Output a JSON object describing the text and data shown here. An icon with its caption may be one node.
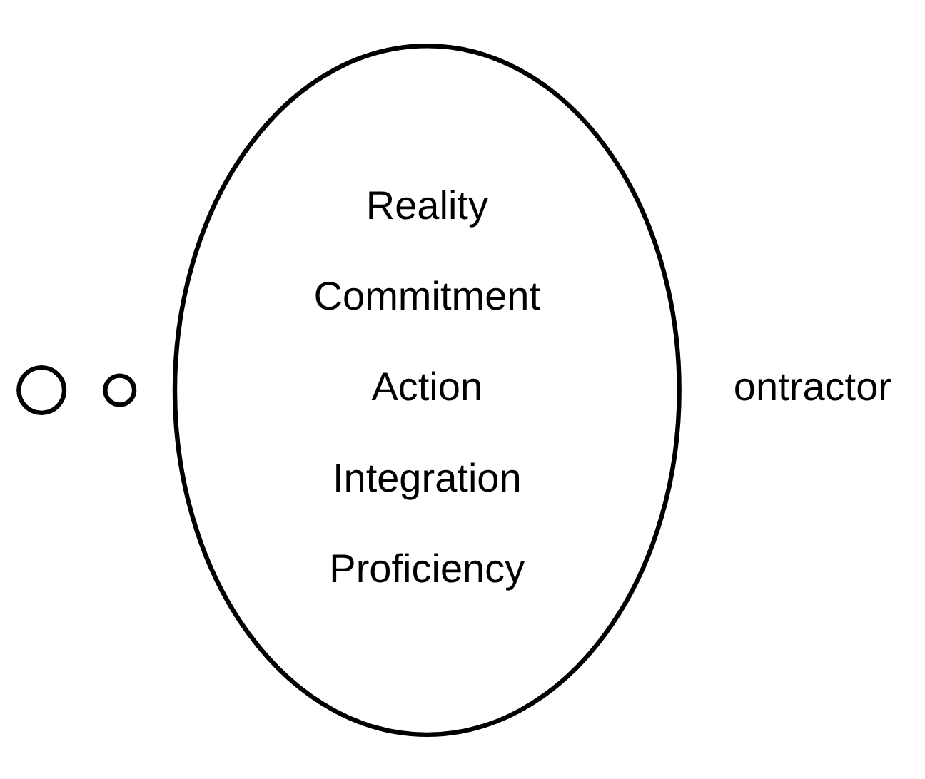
{
  "diagram": {
    "nodes": [
      {
        "text": [],
        "shape": "circle"
      },
      {
        "text": [],
        "shape": "circle"
      },
      {
        "text": [
          "Reality",
          "Commitment",
          "Action",
          "Integration",
          "Proficiency"
        ]
      }
    ],
    "edges": [],
    "labels": [
      "ontractor"
    ]
  }
}
